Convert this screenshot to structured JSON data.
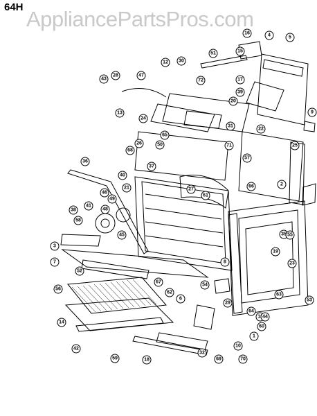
{
  "header": {
    "model_code": "64H",
    "watermark": "AppliancePartsPros.com"
  },
  "callouts": [
    "1",
    "2",
    "3",
    "4",
    "5",
    "6",
    "7",
    "8",
    "9",
    "10",
    "11",
    "12",
    "13",
    "14",
    "15",
    "16",
    "17",
    "18",
    "19",
    "20",
    "21",
    "22",
    "23",
    "24",
    "25",
    "26",
    "27",
    "28",
    "29",
    "30",
    "31",
    "32",
    "35",
    "36",
    "37",
    "38",
    "39",
    "40",
    "41",
    "42",
    "43",
    "44",
    "45",
    "46",
    "47",
    "48",
    "49",
    "50",
    "51",
    "52",
    "53",
    "54",
    "55",
    "56",
    "57",
    "58",
    "59",
    "60",
    "61",
    "62",
    "63",
    "64",
    "65",
    "66",
    "67",
    "68",
    "69",
    "70",
    "71",
    "72"
  ]
}
